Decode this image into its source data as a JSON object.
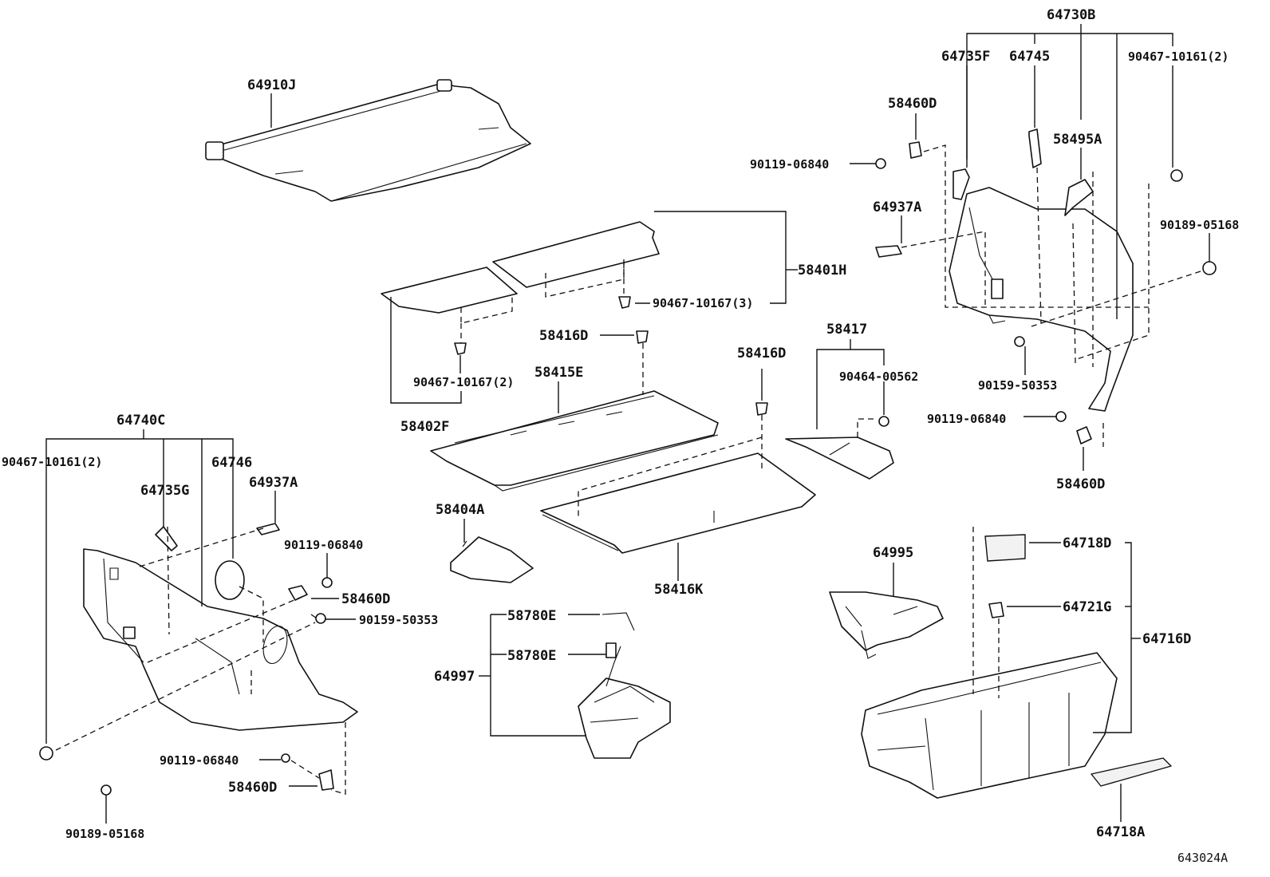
{
  "diagram": {
    "code": "643024A",
    "labels": {
      "p64910J": "64910J",
      "p64730B": "64730B",
      "p64735F": "64735F",
      "p64745": "64745",
      "p90467_10161_r": "90467-10161(2)",
      "p58460D_top": "58460D",
      "p90119_06840_top": "90119-06840",
      "p58495A": "58495A",
      "p64937A_r": "64937A",
      "p90189_05168_r": "90189-05168",
      "p58401H": "58401H",
      "p90467_10167_3": "90467-10167(3)",
      "p58416D_c": "58416D",
      "p58415E": "58415E",
      "p90467_10167_2": "90467-10167(2)",
      "p58402F": "58402F",
      "p58416D_r": "58416D",
      "p58417": "58417",
      "p90464_00562": "90464-00562",
      "p90159_50353_r": "90159-50353",
      "p90119_06840_r": "90119-06840",
      "p58460D_r": "58460D",
      "p64740C": "64740C",
      "p90467_10161_l": "90467-10161(2)",
      "p64746": "64746",
      "p64735G": "64735G",
      "p64937A_l": "64937A",
      "p90119_06840_l": "90119-06840",
      "p58460D_l": "58460D",
      "p90159_50353_l": "90159-50353",
      "p58404A": "58404A",
      "p58416K": "58416K",
      "p58780E_1": "58780E",
      "p58780E_2": "58780E",
      "p64997": "64997",
      "p64995": "64995",
      "p64718D": "64718D",
      "p64721G": "64721G",
      "p64716D": "64716D",
      "p90119_06840_bl": "90119-06840",
      "p58460D_bl": "58460D",
      "p90189_05168_l": "90189-05168",
      "p64718A": "64718A"
    }
  }
}
